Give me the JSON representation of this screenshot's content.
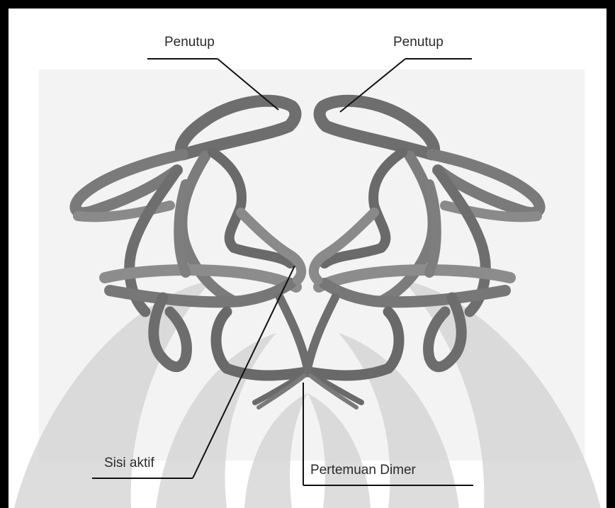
{
  "labels": {
    "flap_left": "Penutup",
    "flap_right": "Penutup",
    "active_site": "Sisi aktif",
    "dimer_interface": "Pertemuan Dimer"
  },
  "colors": {
    "frame": "#000000",
    "background": "#ffffff",
    "pale_panel": "#f2f2f2",
    "watermark": "#cfcfcf",
    "ribbon_dark": "#707070",
    "ribbon_light": "#999999",
    "leader_line": "#111111",
    "label_text": "#2b2b2b"
  },
  "icons": [
    "protease-dimer-ribbon",
    "institution-watermark"
  ]
}
